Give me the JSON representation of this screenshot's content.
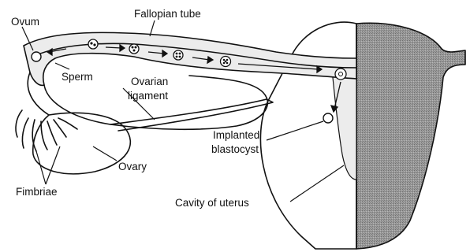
{
  "labels": {
    "ovum": "Ovum",
    "fallopian_tube": "Fallopian tube",
    "sperm": "Sperm",
    "ovarian_ligament_line1": "Ovarian",
    "ovarian_ligament_line2": "ligament",
    "implanted_line1": "Implanted",
    "implanted_line2": "blastocyst",
    "ovary": "Ovary",
    "fimbriae": "Fimbriae",
    "cavity_of_uterus": "Cavity of uterus"
  },
  "colors": {
    "outline": "#111111",
    "tube_fill": "#e9e9e9",
    "uterus_hatch": "#8a8a8a",
    "background": "#ffffff"
  }
}
